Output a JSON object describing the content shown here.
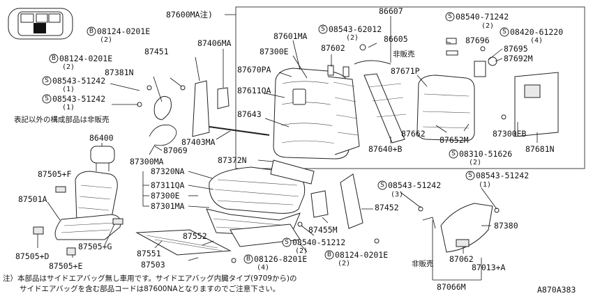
{
  "header_note_code": "87600MA注)",
  "diagram_code": "A870A383",
  "not_sold_note": "表記以外の構成部品は非販売",
  "not_sold_short_1": "非販売",
  "not_sold_short_2": "非販売",
  "footnote_line1": "注）本部品はサイドエアバッグ無し車用です。サイドエアバッグ内臓タイプ(9709から)の",
  "footnote_line2": "サイドエアバッグを含む部品コードは87600NAとなりますのでご注意下さい。",
  "circle_b": "B",
  "circle_s": "S",
  "labels": {
    "p86607": "86607",
    "p86605": "86605",
    "p87601MA": "87601MA",
    "p87300E_top": "87300E",
    "p87602": "87602",
    "p87670PA": "87670PA",
    "p87611QA": "87611QA",
    "p87643": "87643",
    "p87671P": "87671P",
    "p87662": "87662",
    "p87640B": "87640+B",
    "p87652M": "87652M",
    "p87300EB": "87300EB",
    "p87681N": "87681N",
    "p87696": "87696",
    "p87695": "87695",
    "p87692M": "87692M",
    "p87406MA": "87406MA",
    "p87451": "87451",
    "p87381N": "87381N",
    "p87403MA": "87403MA",
    "p87069": "87069",
    "p86400": "86400",
    "p87300MA": "87300MA",
    "p87372N": "87372N",
    "p87320NA": "87320NA",
    "p87311QA": "87311QA",
    "p87300E_mid": "87300E",
    "p87301MA": "87301MA",
    "p87505F": "87505+F",
    "p87501A": "87501A",
    "p87505D": "87505+D",
    "p87505E": "87505+E",
    "p87505G": "87505+G",
    "p87452": "87452",
    "p87455M": "87455M",
    "p87551": "87551",
    "p87552": "87552",
    "p87503": "87503",
    "p87380": "87380",
    "p87062": "87062",
    "p87013A": "87013+A",
    "p87066M": "87066M"
  },
  "bolts": {
    "b1_code": "08124-0201E",
    "b1_qty": "(2)",
    "b2_code": "08124-0201E",
    "b2_qty": "(2)",
    "s1_code": "08543-51242",
    "s1_qty": "(1)",
    "s2_code": "08543-51242",
    "s2_qty": "(1)",
    "s3_code": "08543-62012",
    "s3_qty": "(2)",
    "s4_code": "08540-71242",
    "s4_qty": "(2)",
    "s5_code": "08420-61220",
    "s5_qty": "(4)",
    "s6_code": "08310-51626",
    "s6_qty": "(2)",
    "s7_code": "08543-51242",
    "s7_qty": "(3)",
    "s8_code": "08543-51242",
    "s8_qty": "(1)",
    "s9_code": "08540-51212",
    "s9_qty": "(2)",
    "b3_code": "08126-8201E",
    "b3_qty": "(4)",
    "b4_code": "08124-0201E",
    "b4_qty": "(2)"
  }
}
